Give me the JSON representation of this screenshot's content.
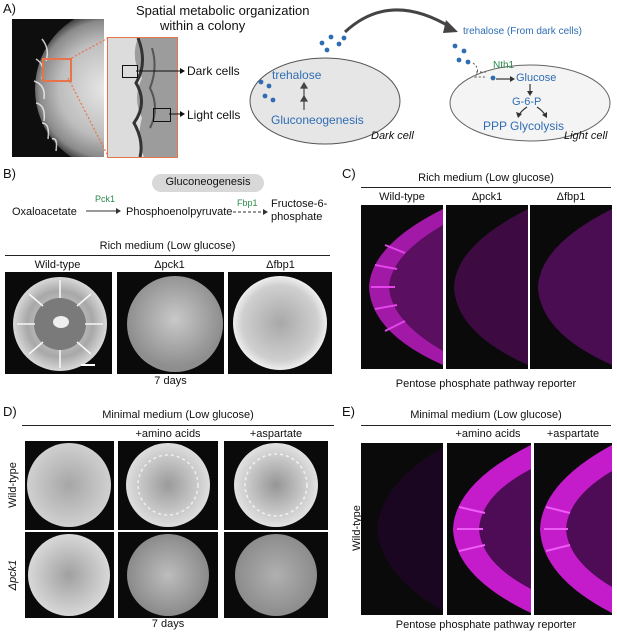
{
  "panels": {
    "A": {
      "letter": "A)",
      "title_line1": "Spatial metabolic organization",
      "title_line2": "within a colony",
      "dark_cells": "Dark cells",
      "light_cells": "Light cells",
      "dark_cell": {
        "metabolite": "trehalose",
        "pathway": "Gluconeogenesis",
        "caption": "Dark cell"
      },
      "light_cell": {
        "import": "trehalose (From dark cells)",
        "enzyme": "Nth1",
        "glucose": "Glucose",
        "g6p": "G-6-P",
        "ppp": "PPP",
        "glycolysis": "Glycolysis",
        "caption": "Light cell"
      }
    },
    "B": {
      "letter": "B)",
      "pathway_title": "Gluconeogenesis",
      "step1": "Oxaloacetate",
      "enzyme1": "Pck1",
      "step2": "Phosphoenolpyruvate",
      "enzyme2": "Fbp1",
      "step3_line1": "Fructose-6-",
      "step3_line2": "phosphate",
      "medium": "Rich medium (Low glucose)",
      "columns": [
        "Wild-type",
        "Δpck1",
        "Δfbp1"
      ],
      "time": "7 days"
    },
    "C": {
      "letter": "C)",
      "medium": "Rich medium (Low glucose)",
      "columns": [
        "Wild-type",
        "Δpck1",
        "Δfbp1"
      ],
      "caption": "Pentose phosphate pathway reporter"
    },
    "D": {
      "letter": "D)",
      "medium": "Minimal medium (Low glucose)",
      "columns": [
        "",
        "+amino acids",
        "+aspartate"
      ],
      "rows": [
        "Wild-type",
        "Δpck1"
      ],
      "time": "7 days"
    },
    "E": {
      "letter": "E)",
      "medium": "Minimal medium (Low glucose)",
      "columns": [
        "",
        "+amino acids",
        "+aspartate"
      ],
      "row": "Wild-type",
      "caption": "Pentose phosphate pathway reporter"
    }
  },
  "colors": {
    "reporter": "#d020d8",
    "label_blue": "#2f6db3",
    "enzyme_green": "#2a8a4a",
    "highlight": "#e8734a"
  }
}
